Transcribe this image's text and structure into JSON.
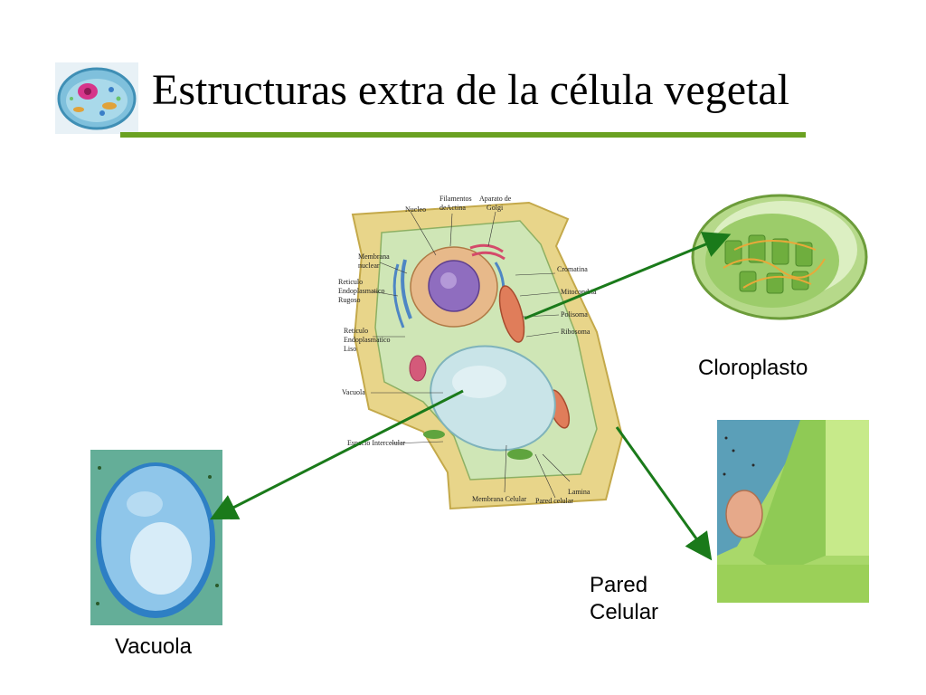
{
  "slide": {
    "title": "Estructuras extra de la célula vegetal",
    "logo_icon": "animal-cell-icon",
    "accent_color": "#6aa121",
    "arrow_color": "#1a7a1a"
  },
  "diagram": {
    "labels": {
      "filamentos": "Filamentos",
      "de_actina": "deActina",
      "aparato_de": "Aparato de",
      "golgi": "Golgi",
      "nucleo": "Nucleo",
      "membrana": "Membrana",
      "nuclear": "nuclear",
      "reticulo1": "Reticulo",
      "endoplasmatico1": "Endoplasmatico",
      "rugoso": "Rugoso",
      "reticulo2": "Reticulo",
      "endoplasmatico2": "Endoplasmatico",
      "liso": "Liso",
      "vacuola": "Vacuola",
      "espacio": "Espacio Intercelular",
      "cromatina": "Cromatina",
      "mitocondria": "Mitocondria",
      "polisoma": "Polisoma",
      "ribosoma": "Ribosoma",
      "lamina": "Lamina",
      "membrana_celular": "Membrana Celular",
      "pared_celular": "Pared celular"
    }
  },
  "captions": {
    "cloroplasto": "Cloroplasto",
    "vacuola": "Vacuola",
    "pared_line1": "Pared",
    "pared_line2": "Celular"
  }
}
